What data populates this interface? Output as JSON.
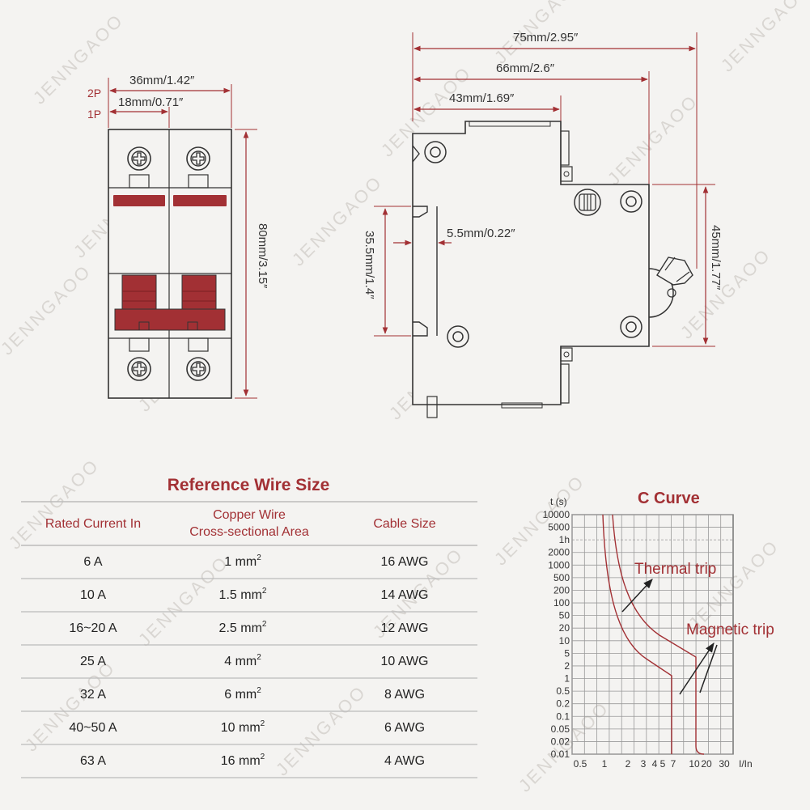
{
  "watermark": "JENNGAOO",
  "colors": {
    "accent": "#a23034",
    "line": "#333333",
    "background": "#f4f3f1"
  },
  "front_view": {
    "pole_labels": [
      "2P",
      "1P"
    ],
    "width_2p": "36mm/1.42″",
    "width_1p": "18mm/0.71″",
    "height": "80mm/3.15″",
    "icons": [
      "screw-terminal-icon",
      "red-indicator-bar-icon",
      "red-toggle-handle-icon"
    ]
  },
  "side_view": {
    "depth_total": "75mm/2.95″",
    "depth_handle": "66mm/2.6″",
    "depth_body": "43mm/1.69″",
    "din_rail_height": "35.5mm/1.4″",
    "clip_depth": "5.5mm/0.22″",
    "front_height": "45mm/1.77″"
  },
  "wire_table": {
    "title": "Reference Wire Size",
    "headers": [
      "Rated Current In",
      "Copper Wire",
      "Cross-sectional Area",
      "Cable Size"
    ],
    "rows": [
      {
        "current": "6 A",
        "area": "1 mm",
        "sup": "2",
        "awg": "16 AWG"
      },
      {
        "current": "10 A",
        "area": "1.5 mm",
        "sup": "2",
        "awg": "14 AWG"
      },
      {
        "current": "16~20 A",
        "area": "2.5 mm",
        "sup": "2",
        "awg": "12 AWG"
      },
      {
        "current": "25 A",
        "area": "4 mm",
        "sup": "2",
        "awg": "10 AWG"
      },
      {
        "current": "32 A",
        "area": "6 mm",
        "sup": "2",
        "awg": "8 AWG"
      },
      {
        "current": "40~50 A",
        "area": "10 mm",
        "sup": "2",
        "awg": "6 AWG"
      },
      {
        "current": "63 A",
        "area": "16 mm",
        "sup": "2",
        "awg": "4 AWG"
      }
    ]
  },
  "c_curve": {
    "title": "C Curve",
    "y_axis_label": "t (s)",
    "x_axis_label": "I/In",
    "y_ticks": [
      "10000",
      "5000",
      "1h",
      "2000",
      "1000",
      "500",
      "200",
      "100",
      "50",
      "20",
      "10",
      "5",
      "2",
      "1",
      "0.5",
      "0.2",
      "0.1",
      "0.05",
      "0.02",
      "0.01"
    ],
    "x_ticks": [
      "0.5",
      "1",
      "2",
      "3",
      "4",
      "5",
      "7",
      "10",
      "20",
      "30"
    ],
    "annotations": [
      "Thermal trip",
      "Magnetic trip"
    ]
  }
}
